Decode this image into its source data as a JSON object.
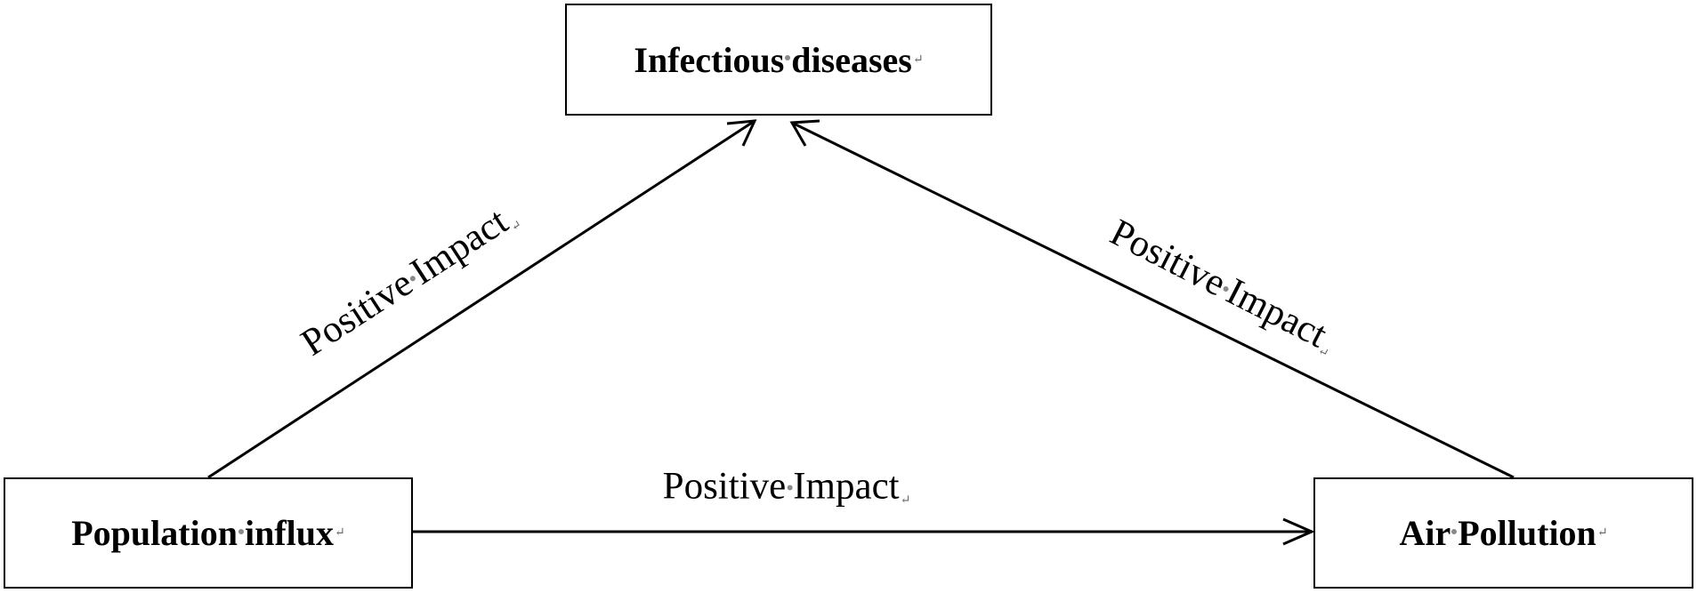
{
  "diagram": {
    "nodes": {
      "infectious": {
        "label": "Infectious",
        "label2": "diseases"
      },
      "population": {
        "label": "Population",
        "label2": "influx"
      },
      "air": {
        "label": "Air",
        "label2": "Pollution"
      }
    },
    "edges": {
      "population_to_infectious": {
        "label": "Positive",
        "label2": "Impact"
      },
      "air_to_infectious": {
        "label": "Positive",
        "label2": "Impact"
      },
      "population_to_air": {
        "label": "Positive",
        "label2": "Impact"
      }
    },
    "paragraph_mark": "↵",
    "colors": {
      "stroke": "#000000",
      "background": "#ffffff",
      "format_mark": "#8a8a8a"
    }
  }
}
